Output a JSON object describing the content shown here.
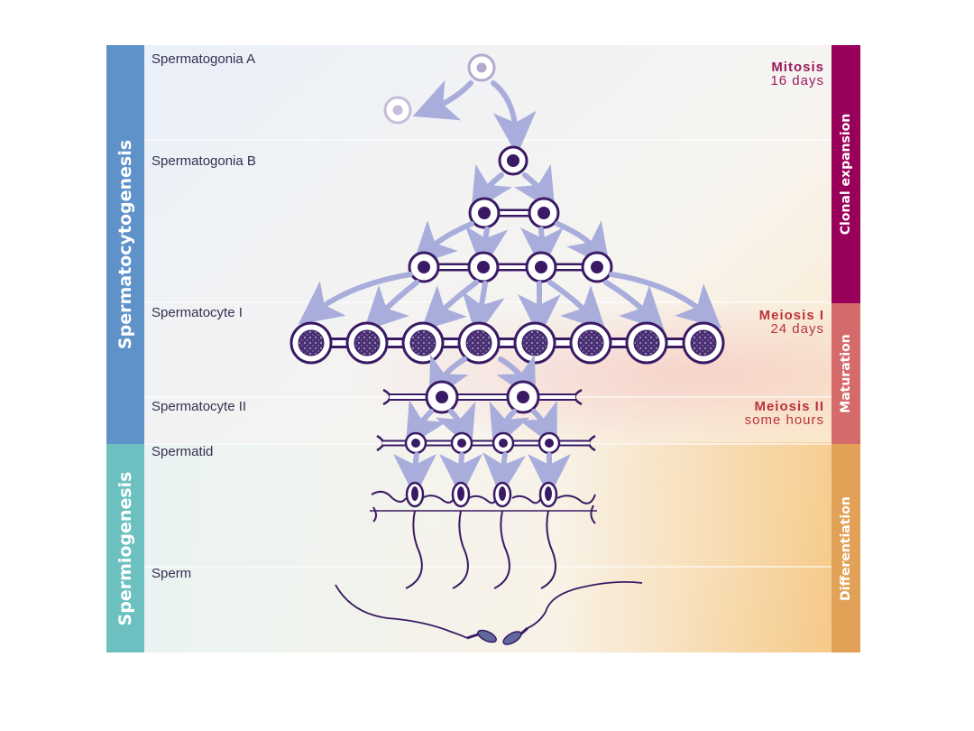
{
  "stages": {
    "sg_a": "Spermatogonia A",
    "sg_b": "Spermatogonia B",
    "sc_1": "Spermatocyte I",
    "sc_2": "Spermatocyte II",
    "spermatid": "Spermatid",
    "sperm": "Sperm"
  },
  "phases": {
    "mitosis": {
      "title": "Mitosis",
      "duration": "16 days"
    },
    "meiosis1": {
      "title": "Meiosis I",
      "duration": "24 days"
    },
    "meiosis2": {
      "title": "Meiosis II",
      "duration": "some hours"
    }
  },
  "left_bands": {
    "spermatocytogenesis": "Spermatocytogenesis",
    "spermiogenesis": "Spermiogenesis"
  },
  "right_bands": {
    "clonal": "Clonal expansion",
    "maturation": "Maturation",
    "differentiation": "Differentiation"
  },
  "colors": {
    "band_blue": "#5e92c9",
    "band_teal": "#6cc0c0",
    "band_magenta": "#99005a",
    "band_red": "#d46a6a",
    "band_orange": "#e1a258",
    "mitosis_text": "#9a1a5e",
    "meiosis_text": "#b8343a",
    "cell_dark": "#3a1a64",
    "arrow": "#a9addc"
  }
}
